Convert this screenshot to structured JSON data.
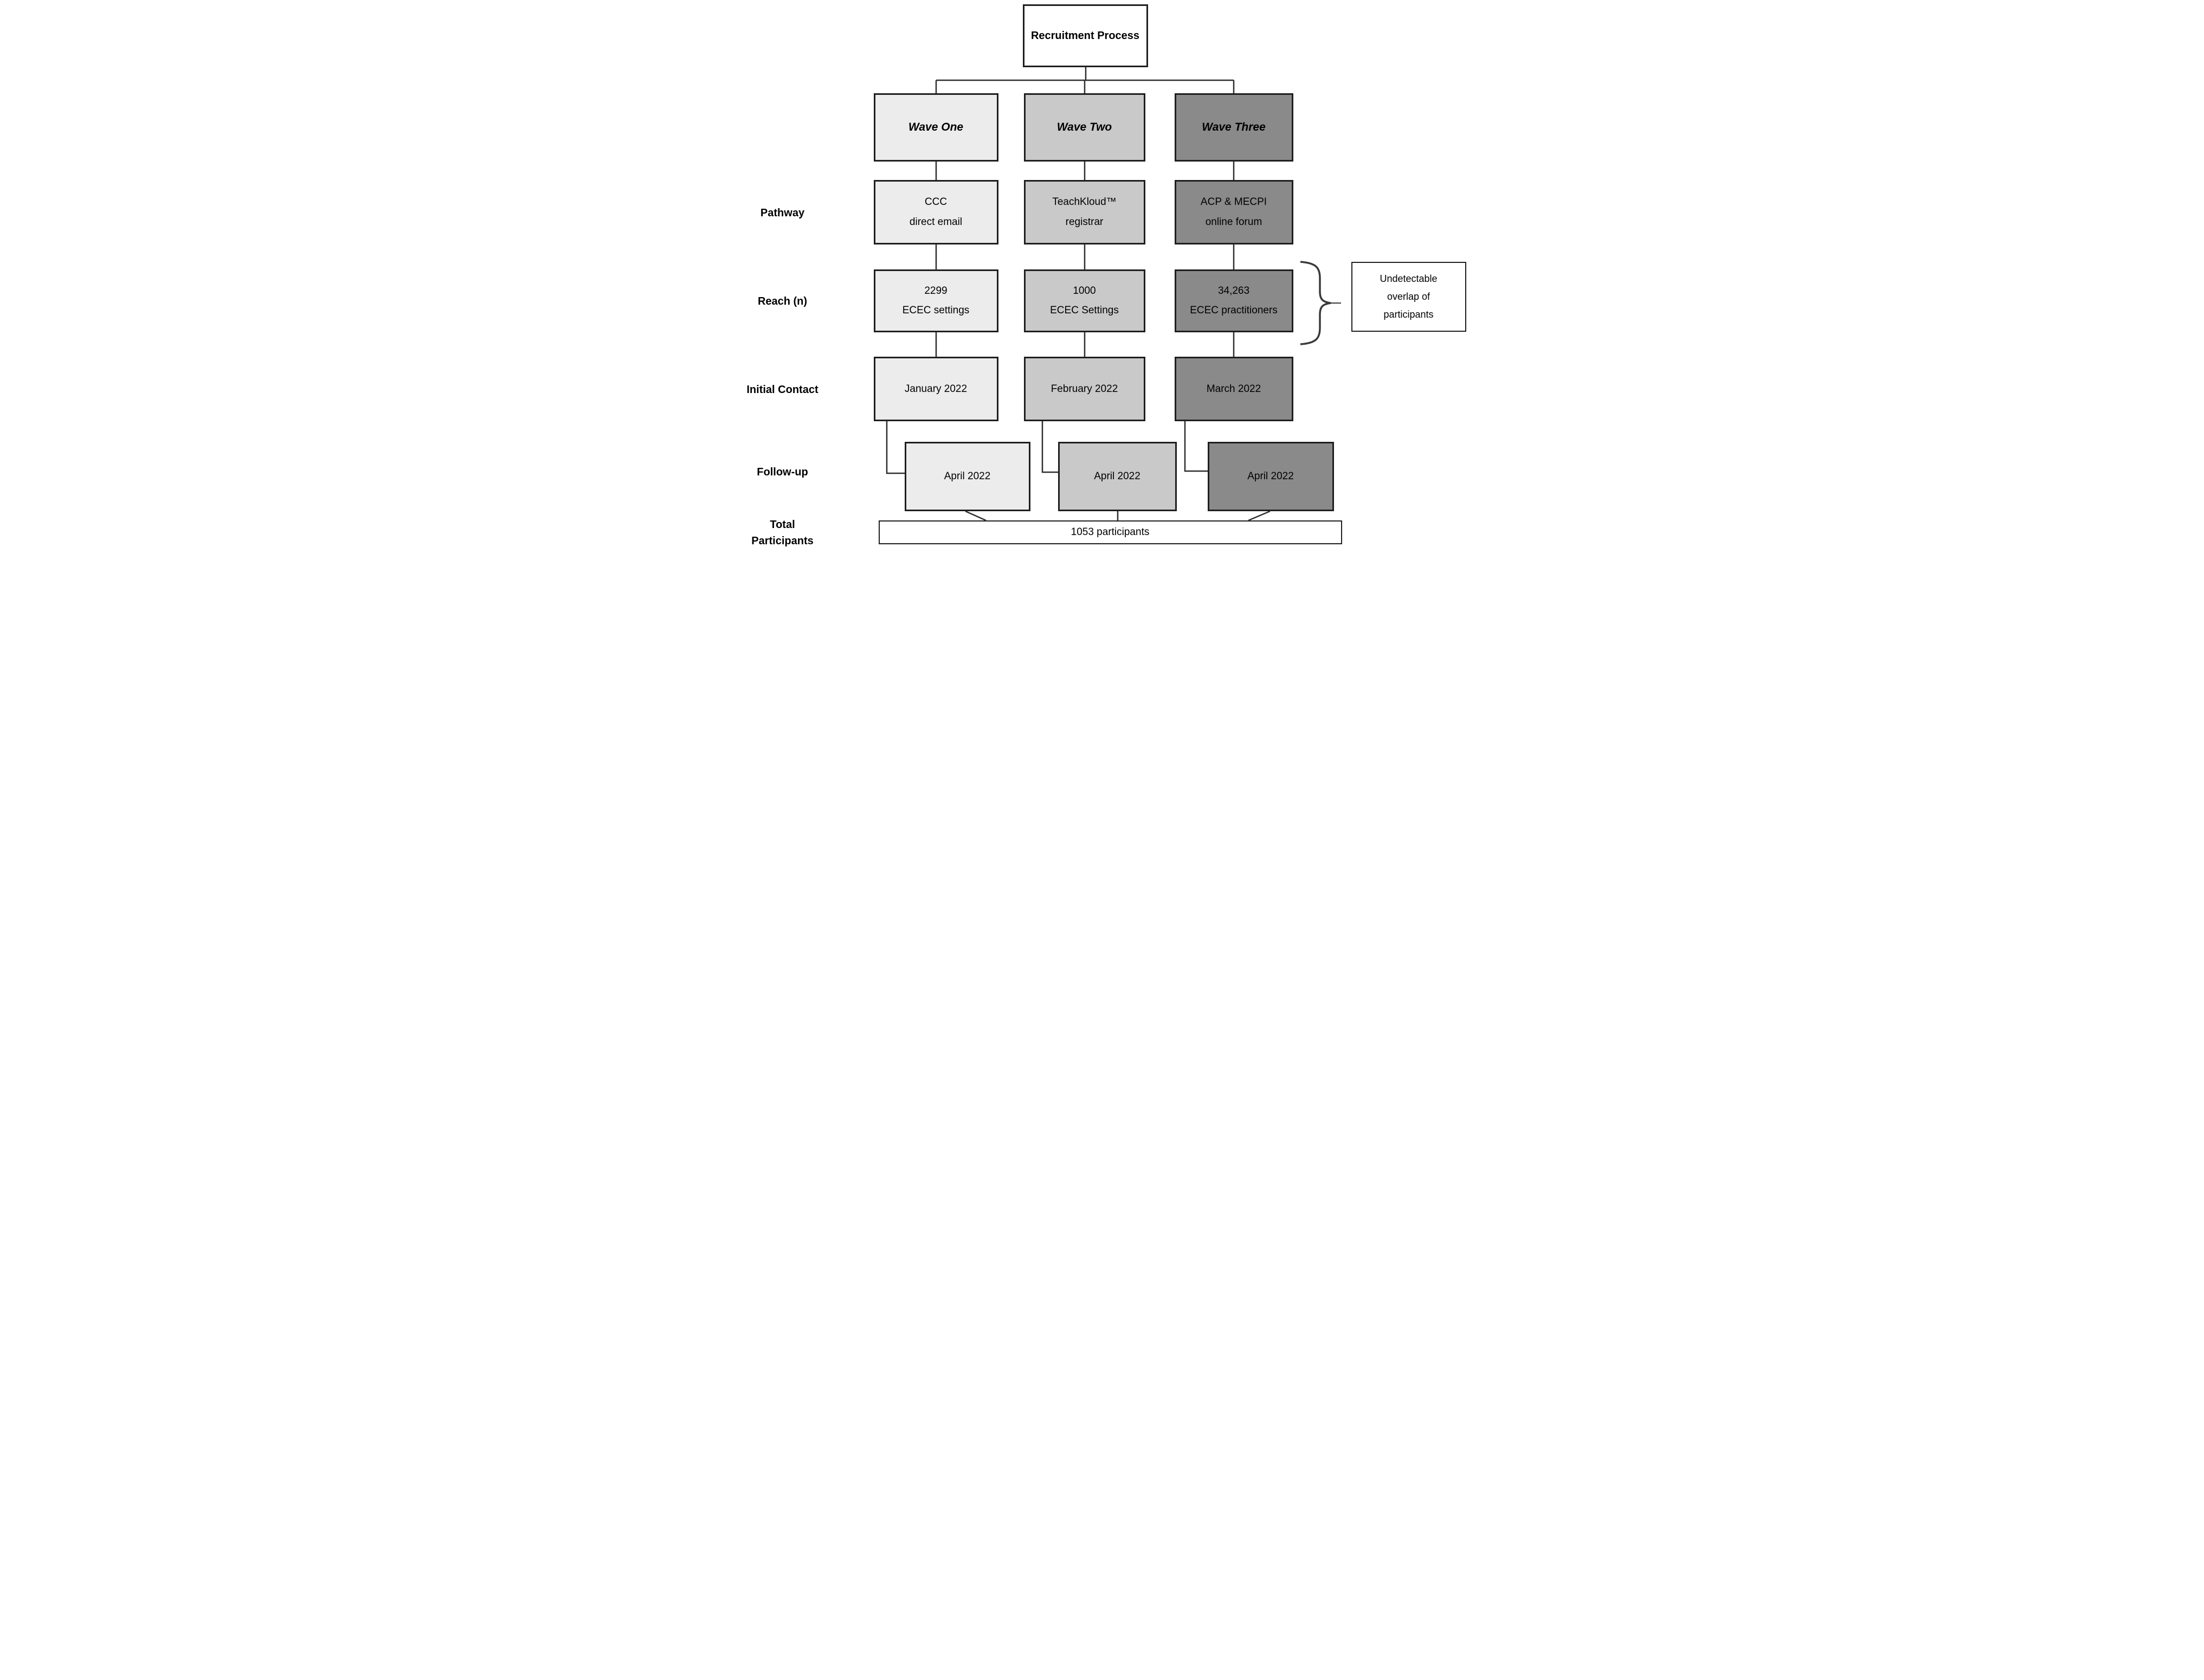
{
  "figure": {
    "title": "Recruitment Process",
    "row_labels": {
      "pathway": "Pathway",
      "reach": "Reach (n)",
      "initial_contact": "Initial Contact",
      "follow_up": "Follow-up",
      "total_line1": "Total",
      "total_line2": "Participants"
    },
    "waves": [
      {
        "name": "Wave One",
        "fill": "#ececec",
        "pathway_line1": "CCC",
        "pathway_line2": "direct email",
        "reach_line1": "2299",
        "reach_line2": "ECEC settings",
        "initial_contact": "January 2022",
        "follow_up": "April 2022"
      },
      {
        "name": "Wave Two",
        "fill": "#c9c9c9",
        "pathway_line1": "TeachKloud™",
        "pathway_line2": "registrar",
        "reach_line1": "1000",
        "reach_line2": "ECEC Settings",
        "initial_contact": "February 2022",
        "follow_up": "April 2022"
      },
      {
        "name": "Wave Three",
        "fill": "#8a8a8a",
        "pathway_line1": "ACP & MECPI",
        "pathway_line2": "online forum",
        "reach_line1": "34,263",
        "reach_line2": "ECEC practitioners",
        "initial_contact": "March 2022",
        "follow_up": "April 2022"
      }
    ],
    "annotation_line1": "Undetectable",
    "annotation_line2": "overlap of",
    "annotation_line3": "participants",
    "total": "1053 participants",
    "colors": {
      "border": "#1f1f1f",
      "line": "#2e2e2e",
      "wave_one_fill": "#ececec",
      "wave_two_fill": "#c9c9c9",
      "wave_three_fill": "#8a8a8a",
      "background": "#ffffff"
    }
  }
}
